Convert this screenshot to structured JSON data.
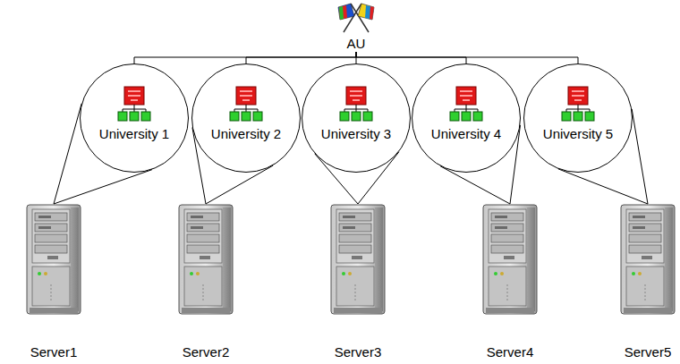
{
  "diagram": {
    "nodes": [
      {
        "text": [
          "AU"
        ]
      },
      {
        "text": [
          "University 1"
        ]
      },
      {
        "text": [
          "University 2"
        ]
      },
      {
        "text": [
          "University 3"
        ]
      },
      {
        "text": [
          "University 4"
        ]
      },
      {
        "text": [
          "University 5"
        ]
      },
      {
        "text": [
          "Server1"
        ]
      },
      {
        "text": [
          "Server2"
        ]
      },
      {
        "text": [
          "Server3"
        ]
      },
      {
        "text": [
          "Server4"
        ]
      },
      {
        "text": [
          "Server5"
        ]
      }
    ],
    "edges": [
      {
        "from": 0,
        "to": 1,
        "arrow": "none"
      },
      {
        "from": 0,
        "to": 2,
        "arrow": "none"
      },
      {
        "from": 0,
        "to": 3,
        "arrow": "none"
      },
      {
        "from": 0,
        "to": 4,
        "arrow": "none"
      },
      {
        "from": 0,
        "to": 5,
        "arrow": "none"
      },
      {
        "from": 1,
        "to": 6,
        "arrow": "none"
      },
      {
        "from": 2,
        "to": 7,
        "arrow": "none"
      },
      {
        "from": 3,
        "to": 8,
        "arrow": "none"
      },
      {
        "from": 4,
        "to": 9,
        "arrow": "none"
      },
      {
        "from": 5,
        "to": 10,
        "arrow": "none"
      }
    ]
  }
}
